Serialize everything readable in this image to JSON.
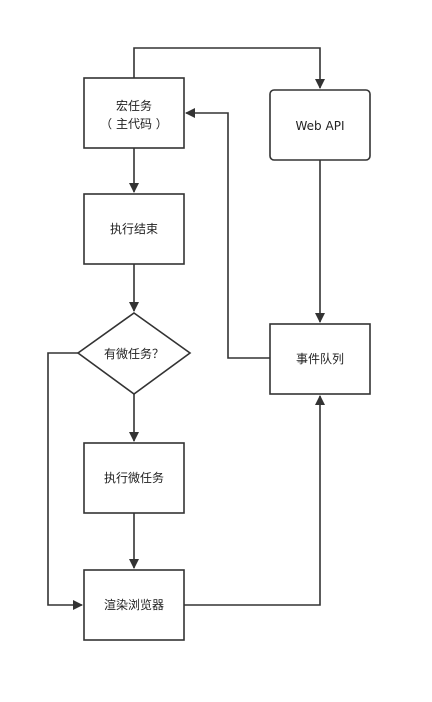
{
  "diagram": {
    "nodes": {
      "macro_task": {
        "line1": "宏任务",
        "line2": "（ 主代码 ）"
      },
      "exec_end": {
        "label": "执行结束"
      },
      "has_micro": {
        "label": "有微任务？"
      },
      "exec_micro": {
        "label": "执行微任务"
      },
      "render": {
        "label": "渲染浏览器"
      },
      "web_api": {
        "label": "Web API"
      },
      "event_queue": {
        "label": "事件队列"
      }
    },
    "colors": {
      "stroke": "#333333",
      "fill": "#ffffff",
      "text": "#222222"
    }
  }
}
